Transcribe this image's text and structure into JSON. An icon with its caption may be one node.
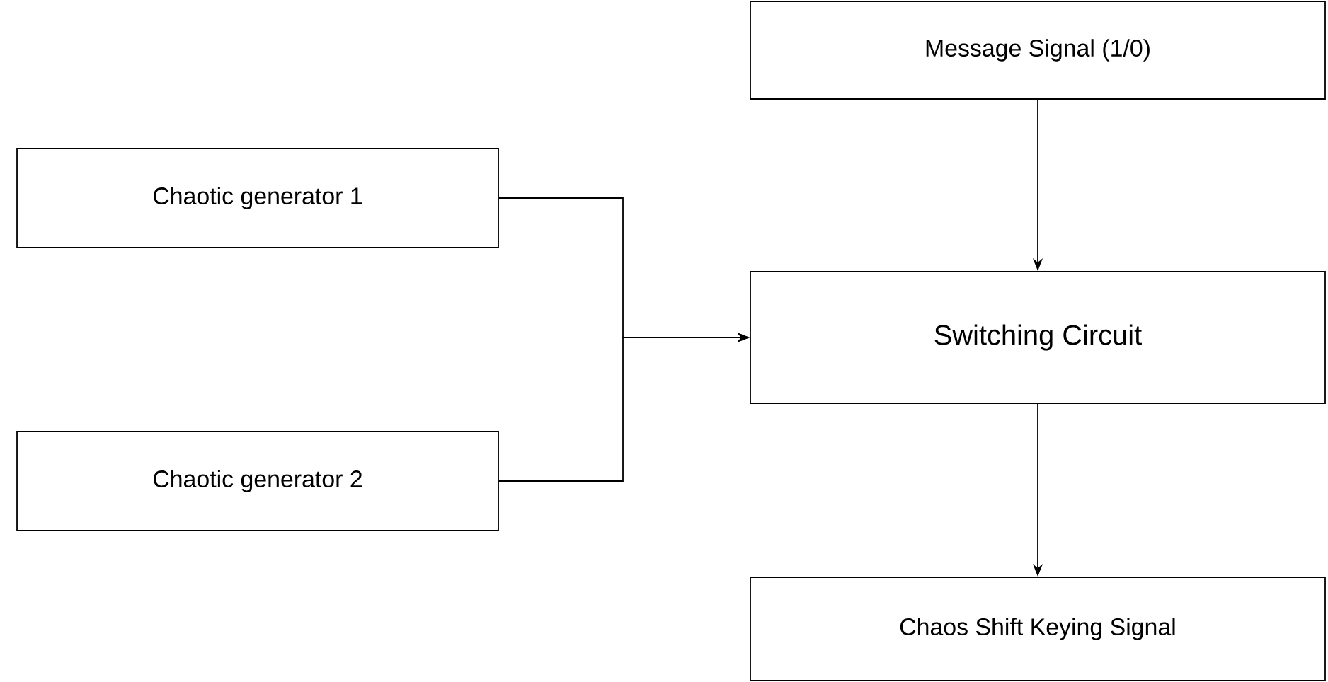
{
  "diagram": {
    "nodes": [
      {
        "text": [
          "Message Signal (1/0)"
        ]
      },
      {
        "text": [
          "Chaotic generator  1"
        ]
      },
      {
        "text": [
          "Chaotic generator  2"
        ]
      },
      {
        "text": [
          "Switching Circuit"
        ]
      },
      {
        "text": [
          "Chaos Shift Keying Signal"
        ]
      }
    ],
    "edges": [
      {
        "from": 0,
        "to": 3,
        "arrow": "to"
      },
      {
        "from": 1,
        "to": 3,
        "arrow": "to"
      },
      {
        "from": 2,
        "to": 3,
        "arrow": "to"
      },
      {
        "from": 3,
        "to": 4,
        "arrow": "to"
      }
    ]
  }
}
